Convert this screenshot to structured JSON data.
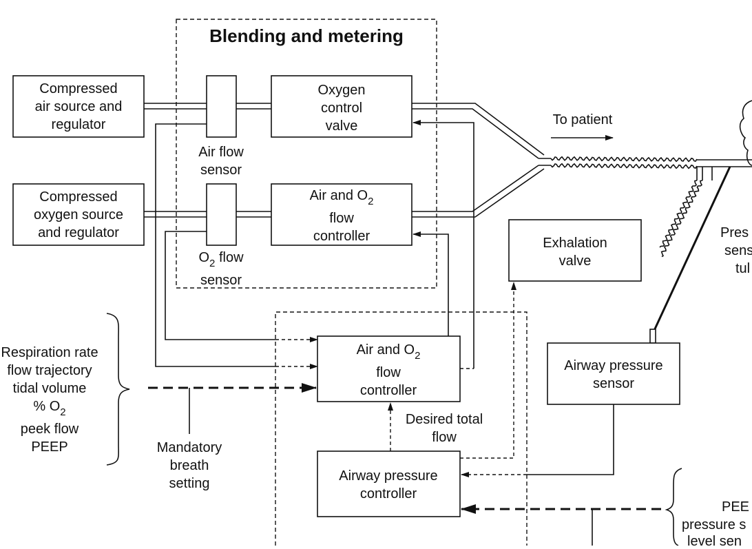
{
  "title": "Blending and metering",
  "boxes": {
    "air_source": [
      "Compressed",
      "air source and",
      "regulator"
    ],
    "oxygen_source": [
      "Compressed",
      "oxygen source",
      "and regulator"
    ],
    "oxygen_valve": [
      "Oxygen",
      "control",
      "valve"
    ],
    "air_o2_flow_top": {
      "line1": "Air and O",
      "sub": "2",
      "line2": "flow",
      "line3": "controller"
    },
    "exhalation_valve": [
      "Exhalation",
      "valve"
    ],
    "air_o2_flow_bottom": {
      "line1": "Air and O",
      "sub": "2",
      "line2": "flow",
      "line3": "controller"
    },
    "airway_pressure_sensor": [
      "Airway pressure",
      "sensor"
    ],
    "airway_pressure_controller": [
      "Airway pressure",
      "controller"
    ]
  },
  "labels": {
    "air_flow_sensor": [
      "Air flow",
      "sensor"
    ],
    "o2_flow_sensor": {
      "line1": "O",
      "sub": "2",
      "line1_rest": " flow",
      "line2": "sensor"
    },
    "to_patient": "To patient",
    "pressure_sensing_tube": [
      "Pres",
      "sens",
      "tul"
    ],
    "mandatory_breath_setting": [
      "Mandatory",
      "breath",
      "setting"
    ],
    "desired_total_flow": [
      "Desired total",
      "flow"
    ],
    "settings_list": [
      "Respiration rate",
      "flow trajectory",
      "tidal volume",
      "% O",
      "peek flow",
      "PEEP"
    ],
    "settings_o2_sub": "2",
    "peep_settings": [
      "PEE",
      "pressure s",
      "level sen"
    ]
  }
}
